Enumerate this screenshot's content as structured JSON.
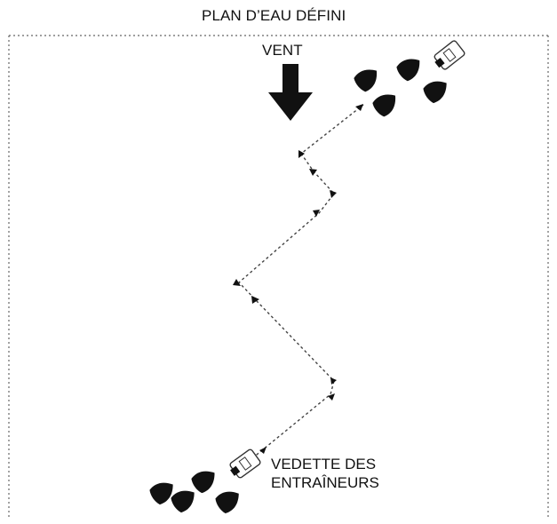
{
  "diagram": {
    "title": "PLAN D’EAU DÉFINI",
    "wind_label": "VENT",
    "coach_boat_label": {
      "line1": "VEDETTE DES",
      "line2": "ENTRAÎNEURS"
    }
  }
}
